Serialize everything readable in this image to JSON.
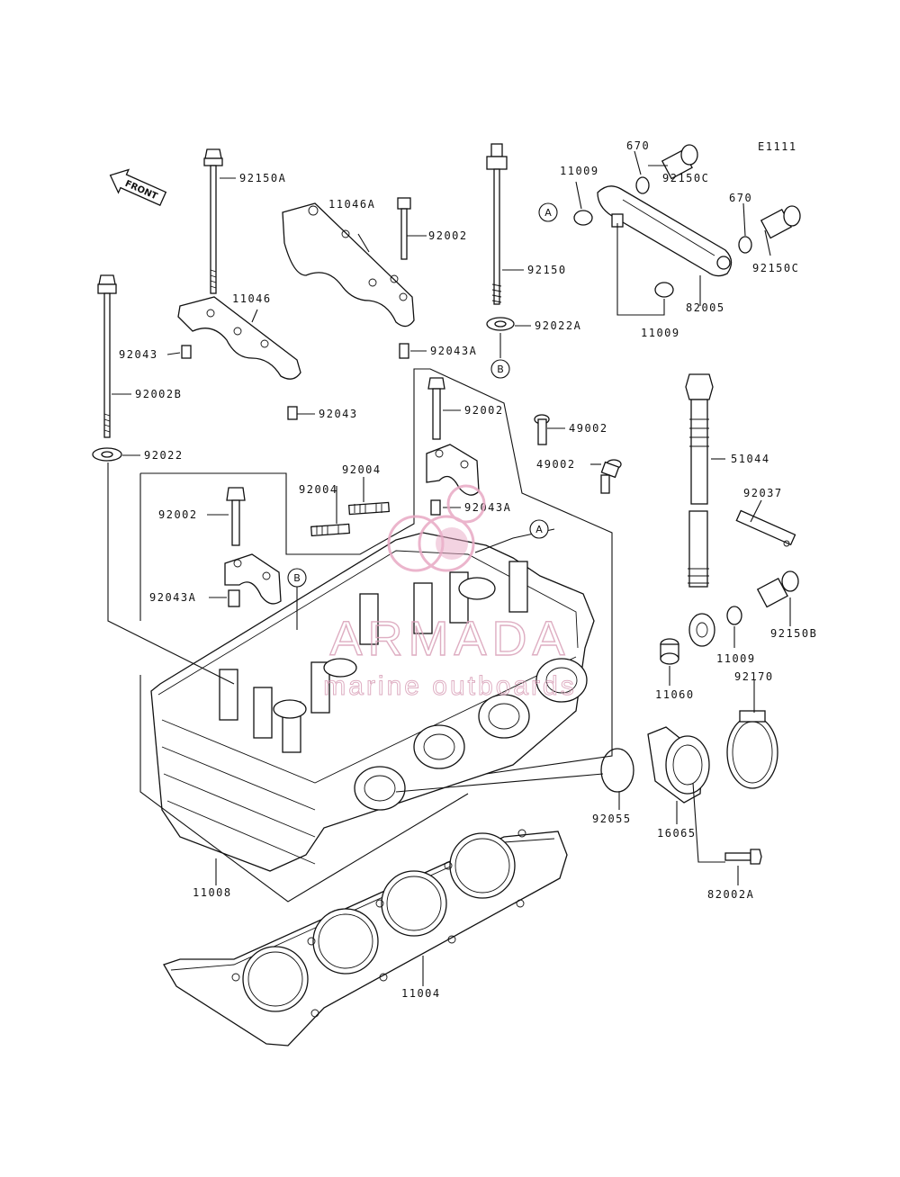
{
  "diagram_code": "E1111",
  "front_label": "FRONT",
  "watermark": {
    "brand": "ARMADA",
    "tagline": "marine outboards",
    "color": "#e8a9c4"
  },
  "callouts": {
    "p92150A": "92150A",
    "p11046A": "11046A",
    "p92002_top": "92002",
    "p11046": "11046",
    "p92043_left": "92043",
    "p92043_mid": "92043",
    "p92043A_top": "92043A",
    "p92002B": "92002B",
    "p92022": "92022",
    "p92150": "92150",
    "p92022A": "92022A",
    "p92002_mid": "92002",
    "p49002_a": "49002",
    "p49002_b": "49002",
    "p92043A_mid": "92043A",
    "p92004_a": "92004",
    "p92004_b": "92004",
    "p92002_low": "92002",
    "p92043A_low": "92043A",
    "p11009_top": "11009",
    "p670_a": "670",
    "p92150C_a": "92150C",
    "p670_b": "670",
    "p92150C_b": "92150C",
    "p82005": "82005",
    "p11009_mid": "11009",
    "p51044": "51044",
    "p92037": "92037",
    "p92150B": "92150B",
    "p11009_low": "11009",
    "p11060": "11060",
    "p92170": "92170",
    "p92055": "92055",
    "p16065": "16065",
    "p82002A": "82002A",
    "p11008": "11008",
    "p11004": "11004"
  },
  "refs": {
    "a1": "A",
    "a2": "A",
    "b1": "B",
    "b2": "B"
  }
}
